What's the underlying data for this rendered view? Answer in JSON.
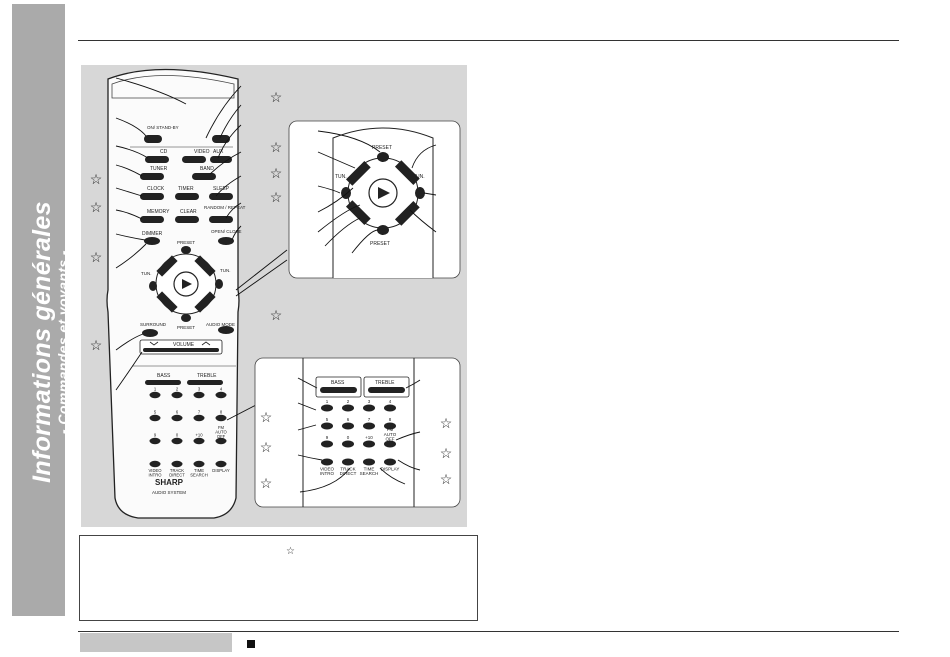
{
  "sidebar": {
    "title": "Informations générales",
    "subtitle": "- Commandes et voyants -"
  },
  "star_symbol": "☆",
  "colors": {
    "sidebar": "#aaaaaa",
    "figure_background": "#d7d7d7",
    "footer_tab": "#c6c6c6"
  },
  "remote": {
    "brand": "SHARP",
    "model_text": "AUDIO SYSTEM",
    "buttons": {
      "on_standby": "ON/ STAND-BY",
      "cd": "CD",
      "video": "VIDEO",
      "aux": "AUX",
      "tuner": "TUNER",
      "band": "BAND",
      "clock": "CLOCK",
      "timer": "TIMER",
      "sleep": "SLEEP",
      "memory": "MEMORY",
      "clear": "CLEAR",
      "random_repeat": "RANDOM / REPEAT",
      "dimmer": "DIMMER",
      "open_close": "OPEN/ CLOSE",
      "preset_up": "PRESET",
      "preset_down": "PRESET",
      "tuning_minus": "TUN.",
      "tuning_plus": "TUN.",
      "surround": "SURROUND",
      "audio_mode": "AUDIO MODE",
      "volume": "VOLUME",
      "bass": "BASS",
      "treble": "TREBLE",
      "numbers": [
        "1",
        "2",
        "3",
        "4",
        "5",
        "6",
        "7",
        "8",
        "9",
        "0",
        "+10"
      ],
      "fm_auto_off": "FM AUTO OFF",
      "video_intro": "VIDEO INTRO",
      "track_direct": "TRACK DIRECT",
      "time_search": "TIME SEARCH",
      "display": "DISPLAY"
    }
  },
  "detail_keypad": {
    "bass": "BASS",
    "treble": "TREBLE",
    "numbers": [
      "1",
      "2",
      "3",
      "4",
      "5",
      "6",
      "7",
      "8",
      "9",
      "0",
      "+10"
    ],
    "fm_auto_off": "FM AUTO OFF",
    "video_intro": "VIDEO INTRO",
    "track_direct": "TRACK DIRECT",
    "time_search": "TIME SEARCH",
    "display": "DISPLAY"
  },
  "detail_dpad": {
    "preset_up": "PRESET",
    "preset_down": "PRESET",
    "tuning_minus": "TUN.",
    "tuning_plus": "TUN."
  }
}
